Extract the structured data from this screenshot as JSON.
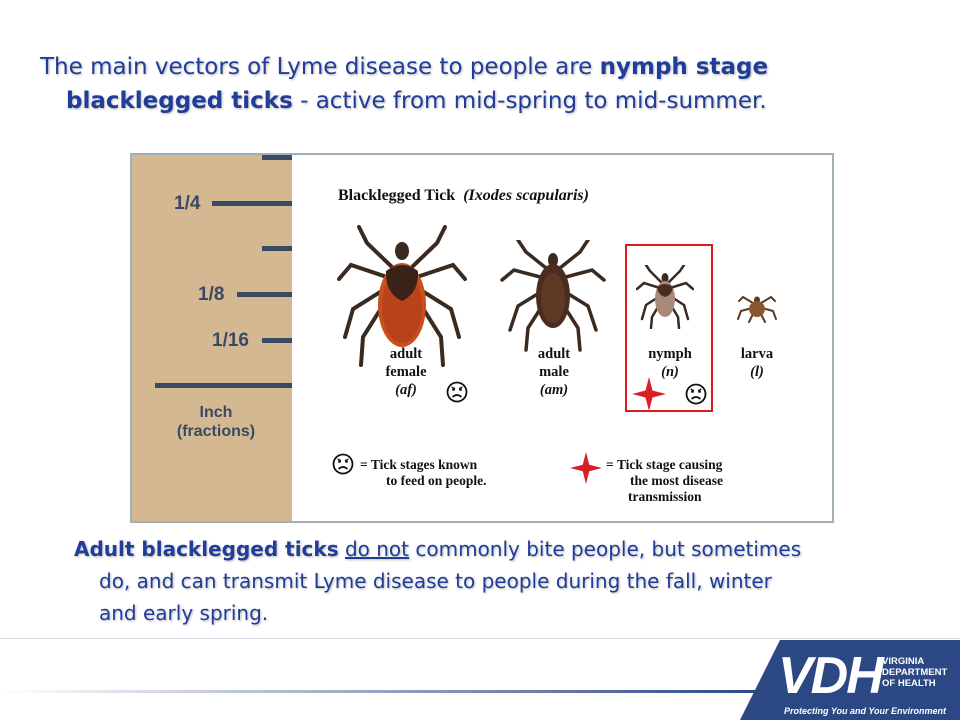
{
  "title": {
    "line1_start": "The main vectors of Lyme disease to people are ",
    "line1_bold": "nymph stage",
    "line2_bold": "blacklegged ticks",
    "line2_rest": " - active from mid-spring to mid-summer."
  },
  "figure": {
    "heading": "Blacklegged Tick",
    "heading_latin": "(Ixodes scapularis)",
    "ruler": {
      "labels": [
        "1/4",
        "1/8",
        "1/16"
      ],
      "unit_line1": "Inch",
      "unit_line2": "(fractions)"
    },
    "stages": [
      {
        "line1": "adult",
        "line2": "female",
        "abbr": "(af)",
        "feeds_on_people": true,
        "most_transmission": false
      },
      {
        "line1": "adult",
        "line2": "male",
        "abbr": "(am)",
        "feeds_on_people": false,
        "most_transmission": false
      },
      {
        "line1": "nymph",
        "abbr": "(n)",
        "feeds_on_people": true,
        "most_transmission": true
      },
      {
        "line1": "larva",
        "abbr": "(l)",
        "feeds_on_people": false,
        "most_transmission": false
      }
    ],
    "legend": {
      "sad_line1": "= Tick stages known",
      "sad_line2": "to feed on people.",
      "star_line1": "= Tick stage causing",
      "star_line2": "the most disease",
      "star_line3": "transmission"
    },
    "colors": {
      "highlight_box": "#e0181f",
      "star": "#d81f26",
      "ruler": "#d3b892"
    }
  },
  "body": {
    "bold": "Adult blacklegged ticks",
    "underlined": "do not",
    "rest1": " commonly bite people, but sometimes",
    "rest2": "do, and can transmit Lyme disease to people during the fall, winter",
    "rest3": "and early spring."
  },
  "footer": {
    "logo_letters": "VDH",
    "org_line1": "VIRGINIA",
    "org_line2": "DEPARTMENT",
    "org_line3": "OF HEALTH",
    "tagline": "Protecting You and Your Environment",
    "brand_color": "#2c4884"
  }
}
